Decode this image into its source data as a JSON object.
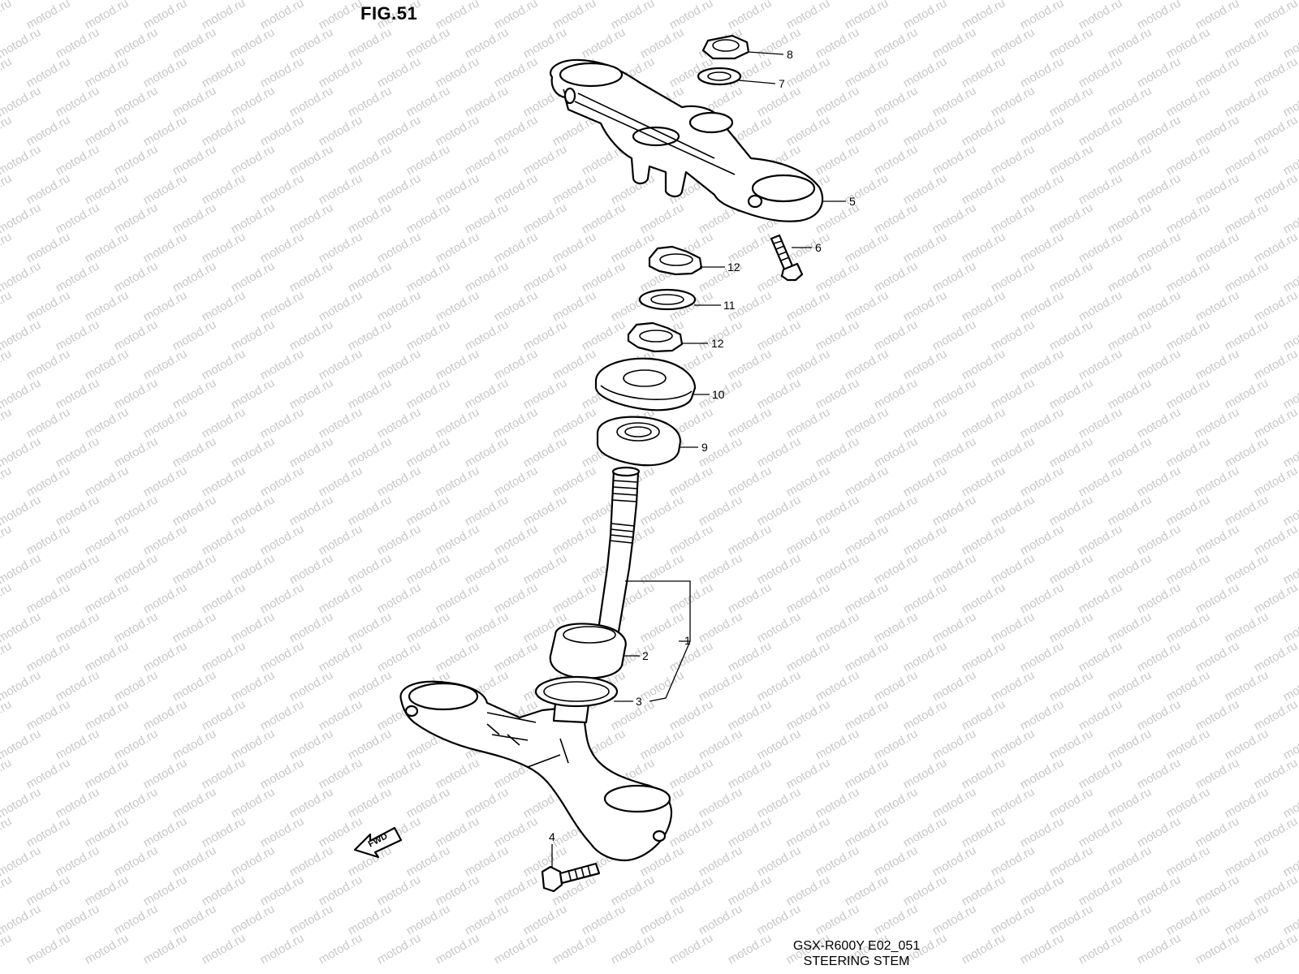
{
  "figure": {
    "title": "FIG.51",
    "model_code": "GSX-R600Y E02_051",
    "caption": "STEERING STEM",
    "watermark": "motod.ru",
    "fwd_label": "FWD"
  },
  "parts": [
    {
      "id": "1",
      "label": "1"
    },
    {
      "id": "2",
      "label": "2"
    },
    {
      "id": "3",
      "label": "3"
    },
    {
      "id": "4",
      "label": "4"
    },
    {
      "id": "5",
      "label": "5"
    },
    {
      "id": "6",
      "label": "6"
    },
    {
      "id": "7",
      "label": "7"
    },
    {
      "id": "8",
      "label": "8"
    },
    {
      "id": "9",
      "label": "9"
    },
    {
      "id": "10",
      "label": "10"
    },
    {
      "id": "11",
      "label": "11"
    },
    {
      "id": "12a",
      "label": "12"
    },
    {
      "id": "12b",
      "label": "12"
    }
  ]
}
